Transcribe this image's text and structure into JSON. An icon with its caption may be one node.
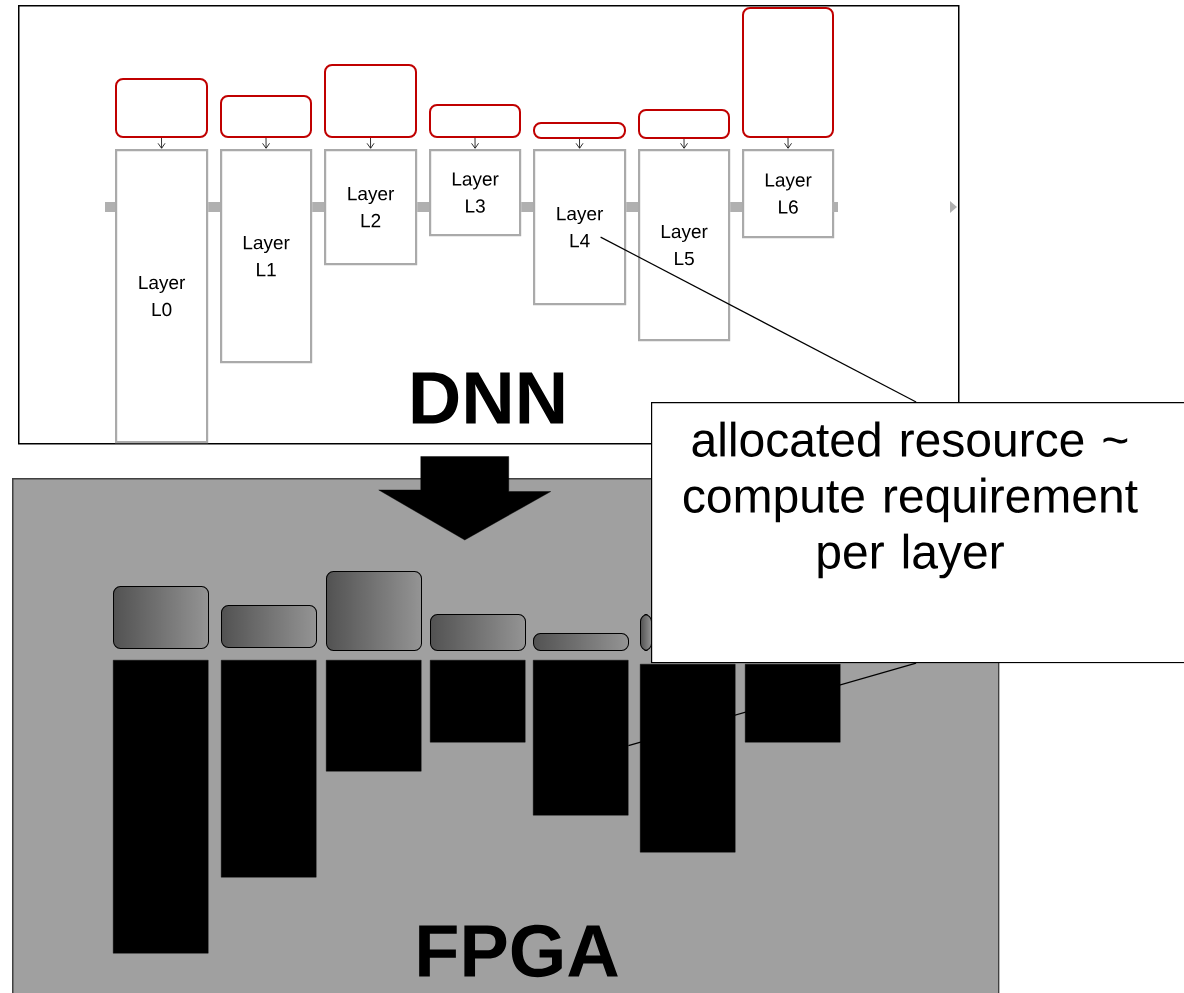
{
  "diagram": {
    "nodes": [
      {
        "text": [
          "DNN"
        ]
      },
      {
        "text": [],
        "shape": "box",
        "in": 0
      },
      {
        "text": [],
        "shape": "box",
        "in": 0
      },
      {
        "text": [],
        "shape": "box",
        "in": 0
      },
      {
        "text": [],
        "shape": "box",
        "in": 0
      },
      {
        "text": [],
        "shape": "box",
        "in": 0
      },
      {
        "text": [],
        "shape": "box",
        "in": 0
      },
      {
        "text": [],
        "shape": "box",
        "in": 0
      },
      {
        "text": [
          "Layer L0"
        ],
        "in": 0
      },
      {
        "text": [
          "Layer L1"
        ],
        "in": 0
      },
      {
        "text": [
          "Layer L2"
        ],
        "in": 0
      },
      {
        "text": [
          "Layer L3"
        ],
        "in": 0
      },
      {
        "text": [
          "Layer L4"
        ],
        "in": 0
      },
      {
        "text": [
          "Layer L5"
        ],
        "in": 0
      },
      {
        "text": [
          "Layer L6"
        ],
        "in": 0
      },
      {
        "text": [
          "FPGA"
        ]
      },
      {
        "text": [],
        "shape": "box",
        "in": 15
      },
      {
        "text": [],
        "shape": "box",
        "in": 15
      },
      {
        "text": [],
        "shape": "box",
        "in": 15
      },
      {
        "text": [],
        "shape": "box",
        "in": 15
      },
      {
        "text": [],
        "shape": "box",
        "in": 15
      },
      {
        "text": [],
        "shape": "box",
        "in": 15
      },
      {
        "text": [],
        "shape": "bar",
        "in": 15
      },
      {
        "text": [],
        "shape": "bar",
        "in": 15
      },
      {
        "text": [],
        "shape": "bar",
        "in": 15
      },
      {
        "text": [],
        "shape": "bar",
        "in": 15
      },
      {
        "text": [],
        "shape": "bar",
        "in": 15
      },
      {
        "text": [],
        "shape": "bar",
        "in": 15
      },
      {
        "text": [],
        "shape": "bar",
        "in": 15
      },
      {
        "text": [
          "allocated resource ~ compute requirement per layer"
        ]
      }
    ],
    "edges": [
      {
        "from": 1,
        "to": 8,
        "arrow": "to"
      },
      {
        "from": 2,
        "to": 9,
        "arrow": "to"
      },
      {
        "from": 3,
        "to": 10,
        "arrow": "to"
      },
      {
        "from": 4,
        "to": 11,
        "arrow": "to"
      },
      {
        "from": 5,
        "to": 12,
        "arrow": "to"
      },
      {
        "from": 6,
        "to": 13,
        "arrow": "to"
      },
      {
        "from": 7,
        "to": 14,
        "arrow": "to"
      },
      {
        "from": 8,
        "to": 9,
        "arrow": "none",
        "style": "thick",
        "color": "#b0b0b0"
      },
      {
        "from": 9,
        "to": 10,
        "arrow": "none",
        "style": "thick",
        "color": "#b0b0b0"
      },
      {
        "from": 10,
        "to": 11,
        "arrow": "none",
        "style": "thick",
        "color": "#b0b0b0"
      },
      {
        "from": 11,
        "to": 12,
        "arrow": "none",
        "style": "thick",
        "color": "#b0b0b0"
      },
      {
        "from": 12,
        "to": 13,
        "arrow": "none",
        "style": "thick",
        "color": "#b0b0b0"
      },
      {
        "from": 13,
        "to": 14,
        "arrow": "none",
        "style": "thick",
        "color": "#b0b0b0"
      },
      {
        "from": 0,
        "to": 15,
        "arrow": "to",
        "style": "thick"
      },
      {
        "from": 29,
        "to": 12,
        "arrow": "none"
      },
      {
        "from": 29,
        "to": 26,
        "arrow": "none"
      }
    ]
  }
}
